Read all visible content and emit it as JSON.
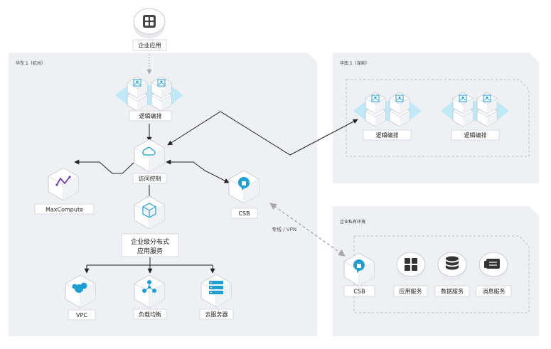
{
  "regions": {
    "east": "华东 1（杭州）",
    "south": "华南 1（深圳）",
    "private": "企业私有环境"
  },
  "labels": {
    "enterprise_app": "企业应用",
    "logic_east": "逻辑编排",
    "logic_south_1": "逻辑编排",
    "logic_south_2": "逻辑编排",
    "access": "访问控制",
    "maxcompute": "MaxCompute",
    "csb_east": "CSB",
    "edas_line1": "企业级分布式",
    "edas_line2": "应用服务",
    "vpc": "VPC",
    "slb": "负载均衡",
    "ecs": "云服务器",
    "vpn": "专线 / VPN",
    "csb_private": "CSB",
    "app_service": "应用服务",
    "data_service": "数据服务",
    "msg_service": "消息服务"
  },
  "colors": {
    "accent": "#1e9fd4",
    "hex_bg": "#bfe9f6",
    "region_bg": "#eef0f4",
    "line": "#222222"
  },
  "icons": {
    "enterprise_app": "grid-icon",
    "access": "cloud-icon",
    "maxcompute": "maxcompute-icon",
    "csb": "csb-icon",
    "edas": "cube-icon",
    "vpc": "vpc-icon",
    "slb": "load-balancer-icon",
    "ecs": "server-icon",
    "app_service": "apps-icon",
    "data_service": "database-icon",
    "msg_service": "message-icon"
  }
}
